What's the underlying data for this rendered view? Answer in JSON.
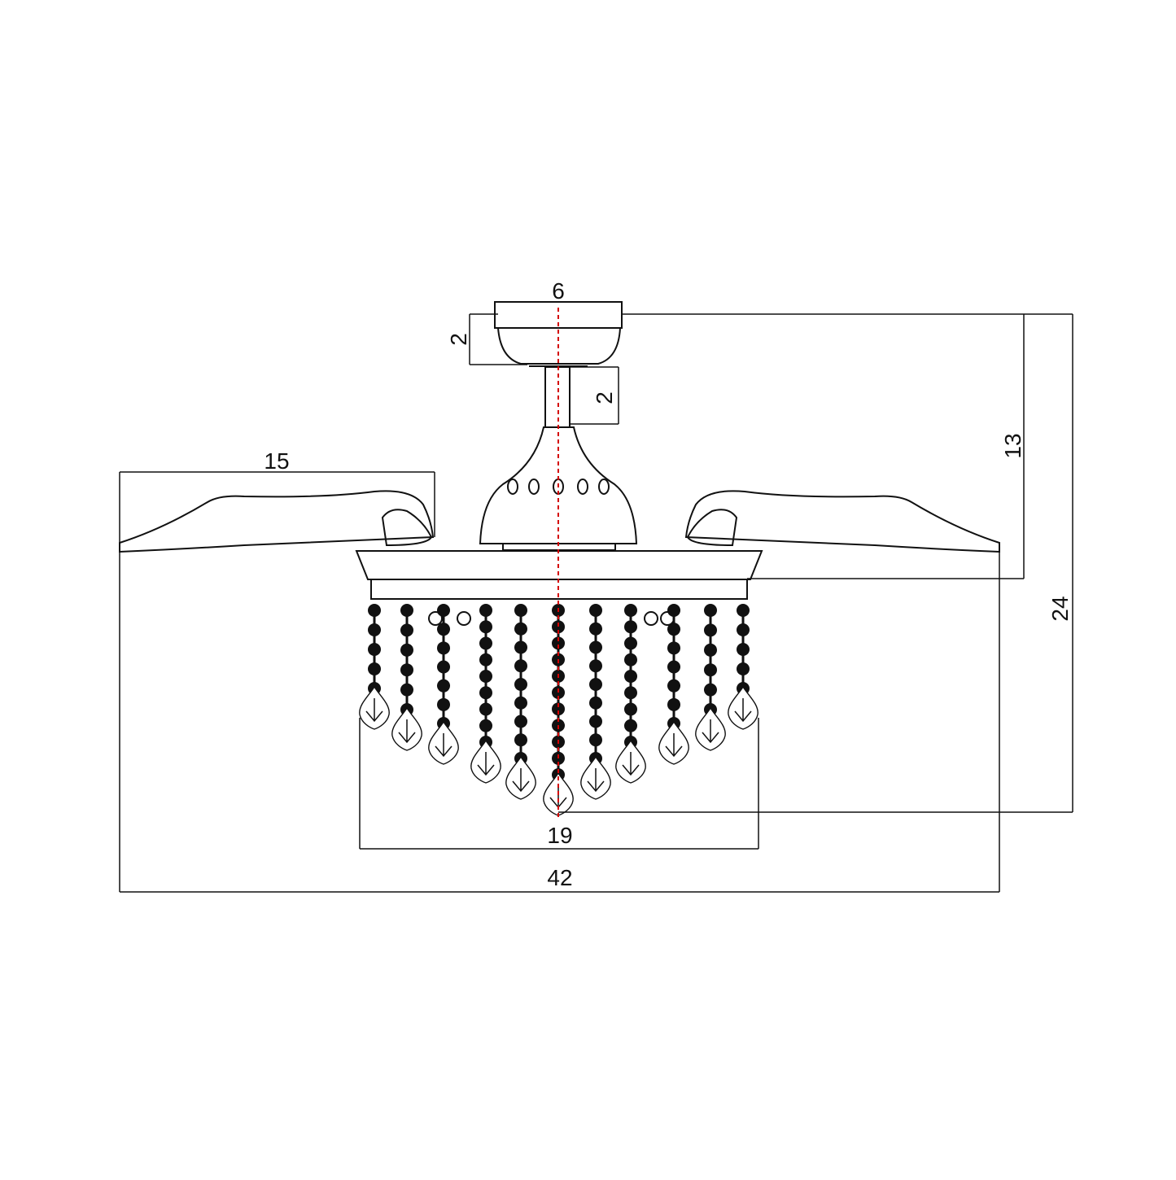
{
  "dimensions": {
    "canopy_width": "6",
    "canopy_height": "2",
    "downrod_length": "2",
    "blade_length": "15",
    "ceiling_to_blades": "13",
    "overall_height": "24",
    "crystal_width": "19",
    "overall_width": "42"
  },
  "colors": {
    "line": "#111111",
    "centerline": "#d40000",
    "background": "#ffffff"
  },
  "icons": {
    "crystal_pendant": "crystal-drop-icon",
    "bead_strand": "bead-strand-icon"
  }
}
